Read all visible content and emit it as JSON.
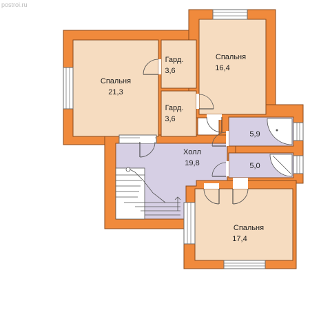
{
  "watermark": "postroi.ru",
  "rooms": [
    {
      "name": "Спальня",
      "area": "21,3"
    },
    {
      "name": "Гард.",
      "area": "3,6"
    },
    {
      "name": "Спальня",
      "area": "16,4"
    },
    {
      "name": "Гард.",
      "area": "3,6"
    },
    {
      "name": "Холл",
      "area": "19,8"
    },
    {
      "name": "",
      "area": "5,9"
    },
    {
      "name": "",
      "area": "5,0"
    },
    {
      "name": "Спальня",
      "area": "17,4"
    }
  ]
}
